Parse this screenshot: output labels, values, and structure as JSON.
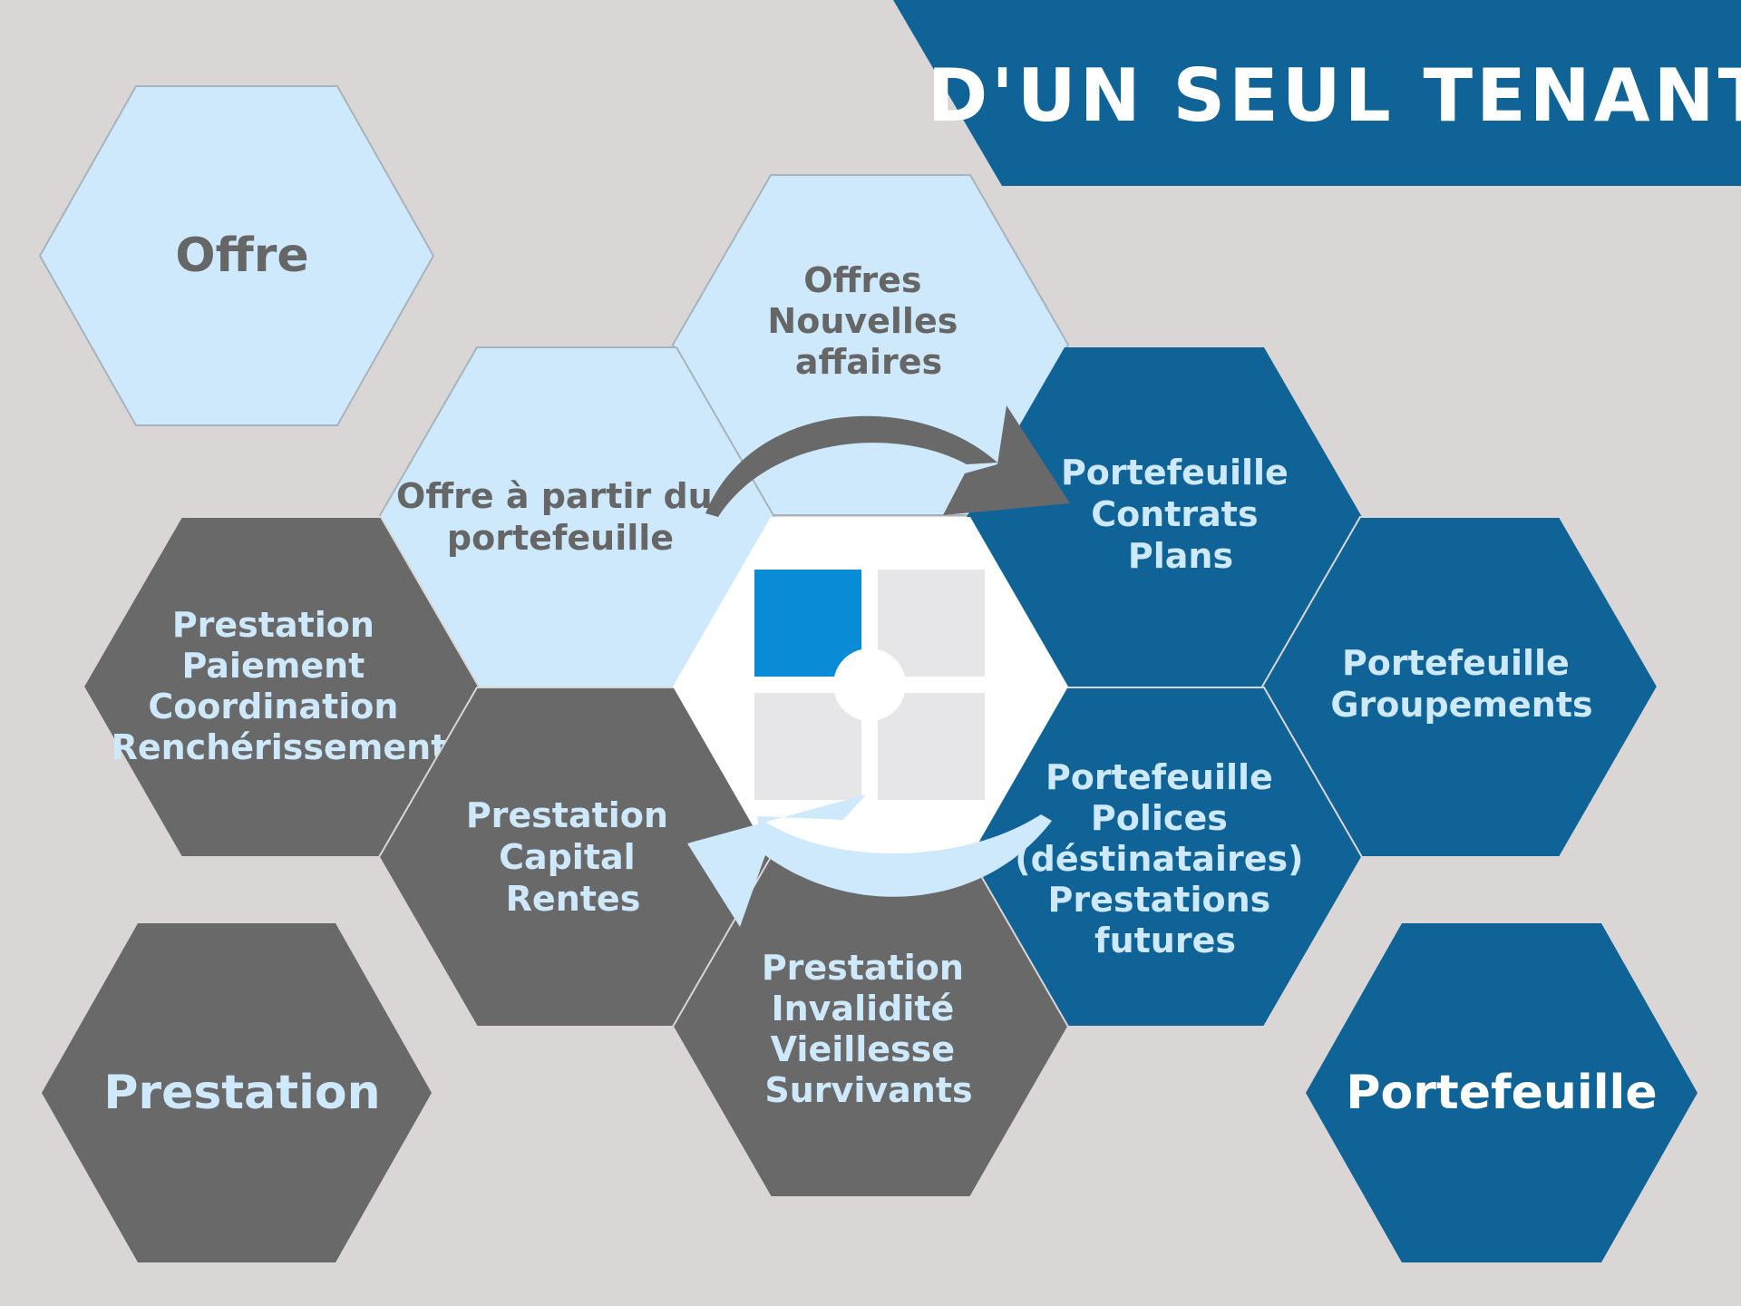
{
  "title": "D'UN SEUL TENANT",
  "colors": {
    "background": "#d9d6d5",
    "light_blue": "#cde9fb",
    "dark_blue": "#0f6396",
    "gray": "#696969",
    "accent_blue": "#0a8bd6",
    "text_gray": "#666666",
    "text_light": "#cde9fb",
    "white": "#ffffff"
  },
  "legend": {
    "offre": "Offre",
    "prestation": "Prestation",
    "portefeuille": "Portefeuille"
  },
  "cells": {
    "offres_nouvelles": [
      "Offres",
      "Nouvelles",
      "affaires"
    ],
    "offre_portefeuille": [
      "Offre à partir du",
      "portefeuille"
    ],
    "portefeuille_contrats": [
      "Portefeuille",
      "Contrats",
      "Plans"
    ],
    "portefeuille_groupements": [
      "Portefeuille",
      "Groupements"
    ],
    "portefeuille_polices": [
      "Portefeuille",
      "Polices",
      "(déstinataires)",
      "Prestations",
      "futures"
    ],
    "prestation_paiement": [
      "Prestation",
      "Paiement",
      "Coordination",
      "Renchérissement"
    ],
    "prestation_capital": [
      "Prestation",
      "Capital",
      "Rentes"
    ],
    "prestation_invalidite": [
      "Prestation",
      "Invalidité",
      "Vieillesse",
      "Survivants"
    ]
  },
  "icons": {
    "center": "tile-grid-icon",
    "arrow_top": "curved-arrow-right-icon",
    "arrow_bottom": "curved-arrow-left-icon"
  }
}
